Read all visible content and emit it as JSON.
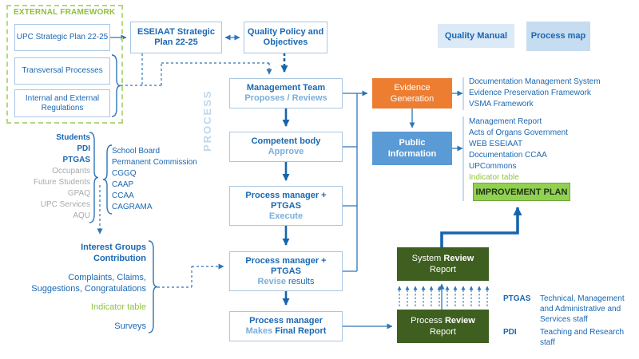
{
  "external": {
    "label": "EXTERNAL FRAMEWORK",
    "upc_plan": "UPC Strategic Plan 22-25",
    "transversal": "Transversal Processes",
    "regulations": "Internal and External Regulations"
  },
  "top": {
    "eseiaat_plan": "ESEIAAT Strategic Plan 22-25",
    "quality_policy": "Quality Policy and Objectives",
    "quality_manual": "Quality Manual",
    "process_map": "Process map"
  },
  "process_label": "PROCESS",
  "steps": {
    "management": {
      "title": "Management Team",
      "sub_light": "Proposes / Reviews",
      "sub_dark": ""
    },
    "competent": {
      "title": "Competent body",
      "sub_light": "Approve",
      "sub_dark": ""
    },
    "execute": {
      "title": "Process manager + PTGAS",
      "sub_light": "Execute",
      "sub_dark": ""
    },
    "revise": {
      "title": "Process manager + PTGAS",
      "sub_light": "Revise",
      "sub_dark": " results"
    },
    "final_report": {
      "title": "Process manager",
      "sub_light": "Makes",
      "sub_dark": " Final Report"
    }
  },
  "outputs": {
    "evidence": "Evidence Generation",
    "public": "Public Information"
  },
  "docs1": [
    "Documentation Management System",
    "Evidence Preservation Framework",
    "VSMA Framework"
  ],
  "docs2": [
    "Management Report",
    "Acts of Organs Government",
    "WEB ESEIAAT",
    "Documentation CCAA",
    "UPCommons"
  ],
  "docs2_green": "Indicator table",
  "improvement_plan": "IMPROVEMENT PLAN",
  "reviews": {
    "system_pre": "System",
    "system_bold": "Review",
    "system_line2": "Report",
    "process_pre": "Process",
    "process_bold": "Review",
    "process_line2": "Report"
  },
  "stakeholders": {
    "bold": [
      "Students",
      "PDI",
      "PTGAS"
    ],
    "gray": [
      "Occupants",
      "Future Students",
      "GPAQ",
      "UPC Services",
      "AQU"
    ],
    "bodies": [
      "School Board",
      "Permanent Commission",
      "CGGQ",
      "CAAP",
      "CCAA",
      "CAGRAMA"
    ]
  },
  "interest": {
    "title_l1": "Interest Groups",
    "title_l2": "Contribution",
    "complaints_l1": "Complaints, Claims,",
    "complaints_l2": "Suggestions, Congratulations",
    "indicator": "Indicator table",
    "surveys": "Surveys"
  },
  "legend": {
    "ptgas_term": "PTGAS",
    "ptgas_def": "Technical, Management and Administrative and Services staff",
    "pdi_term": "PDI",
    "pdi_def": "Teaching and Research staff"
  },
  "colors": {
    "accent_blue": "#1A68B2",
    "light_blue": "#79AFDC",
    "orange": "#ED7D31",
    "info_blue": "#5B9BD5",
    "dark_green": "#3E5F1F",
    "bright_green": "#92D050",
    "green_text": "#90C43C",
    "gray_text": "#A8AAAD"
  }
}
